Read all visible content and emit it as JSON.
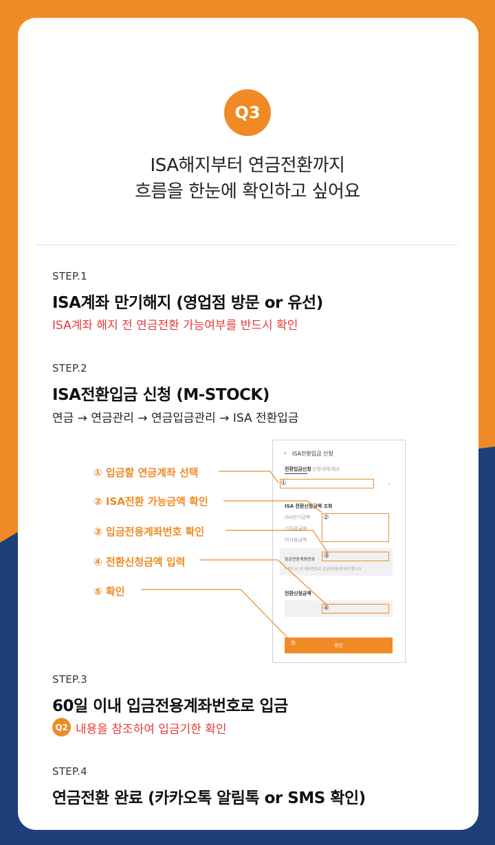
{
  "badge": "Q3",
  "title_line1": "ISA해지부터 연금전환까지",
  "title_line2": "흐름을 한눈에 확인하고 싶어요",
  "steps": [
    {
      "label": "STEP.1",
      "title": "ISA계좌 만기해지 (영업점 방문 or 유선)",
      "note": "ISA계좌 해지 전 연금전환 가능여부를 반드시 확인"
    },
    {
      "label": "STEP.2",
      "title": "ISA전환입금 신청 (M-STOCK)",
      "path": "연금 → 연금관리 → 연금입금관리 → ISA 전환입금"
    },
    {
      "label": "STEP.3",
      "title": "60일 이내 입금전용계좌번호로 입금",
      "q2_badge": "Q2",
      "note": "내용을 참조하여 입금기한 확인"
    },
    {
      "label": "STEP.4",
      "title": "연금전환 완료 (카카오톡 알림톡 or SMS 확인)"
    }
  ],
  "callouts": [
    "① 입금할 연금계좌 선택",
    "② ISA전환 가능금액 확인",
    "③ 입금전용계좌번호 확인",
    "④ 전환신청금액 입력",
    "⑤ 확인"
  ],
  "phone": {
    "header": "ISA전환입금 신청",
    "tab_active": "전환입금신청",
    "tab_inactive": "신청내역/취소",
    "section_title": "ISA 전환신청금액 조회",
    "row1": "ISA만기금액",
    "row2": "기전환금액",
    "row3": "미사용금액",
    "account_label": "입금전용계좌번호",
    "account_note": "* 반드시 위 계좌번호로 입금(이체)하셔야 합니다.",
    "amount_title": "전환신청금액",
    "confirm": "확인",
    "markers": [
      "①",
      "②",
      "③",
      "④",
      "⑤"
    ]
  },
  "colors": {
    "accent": "#f08a24",
    "navy": "#1d3f7a",
    "red": "#e43a3a"
  }
}
